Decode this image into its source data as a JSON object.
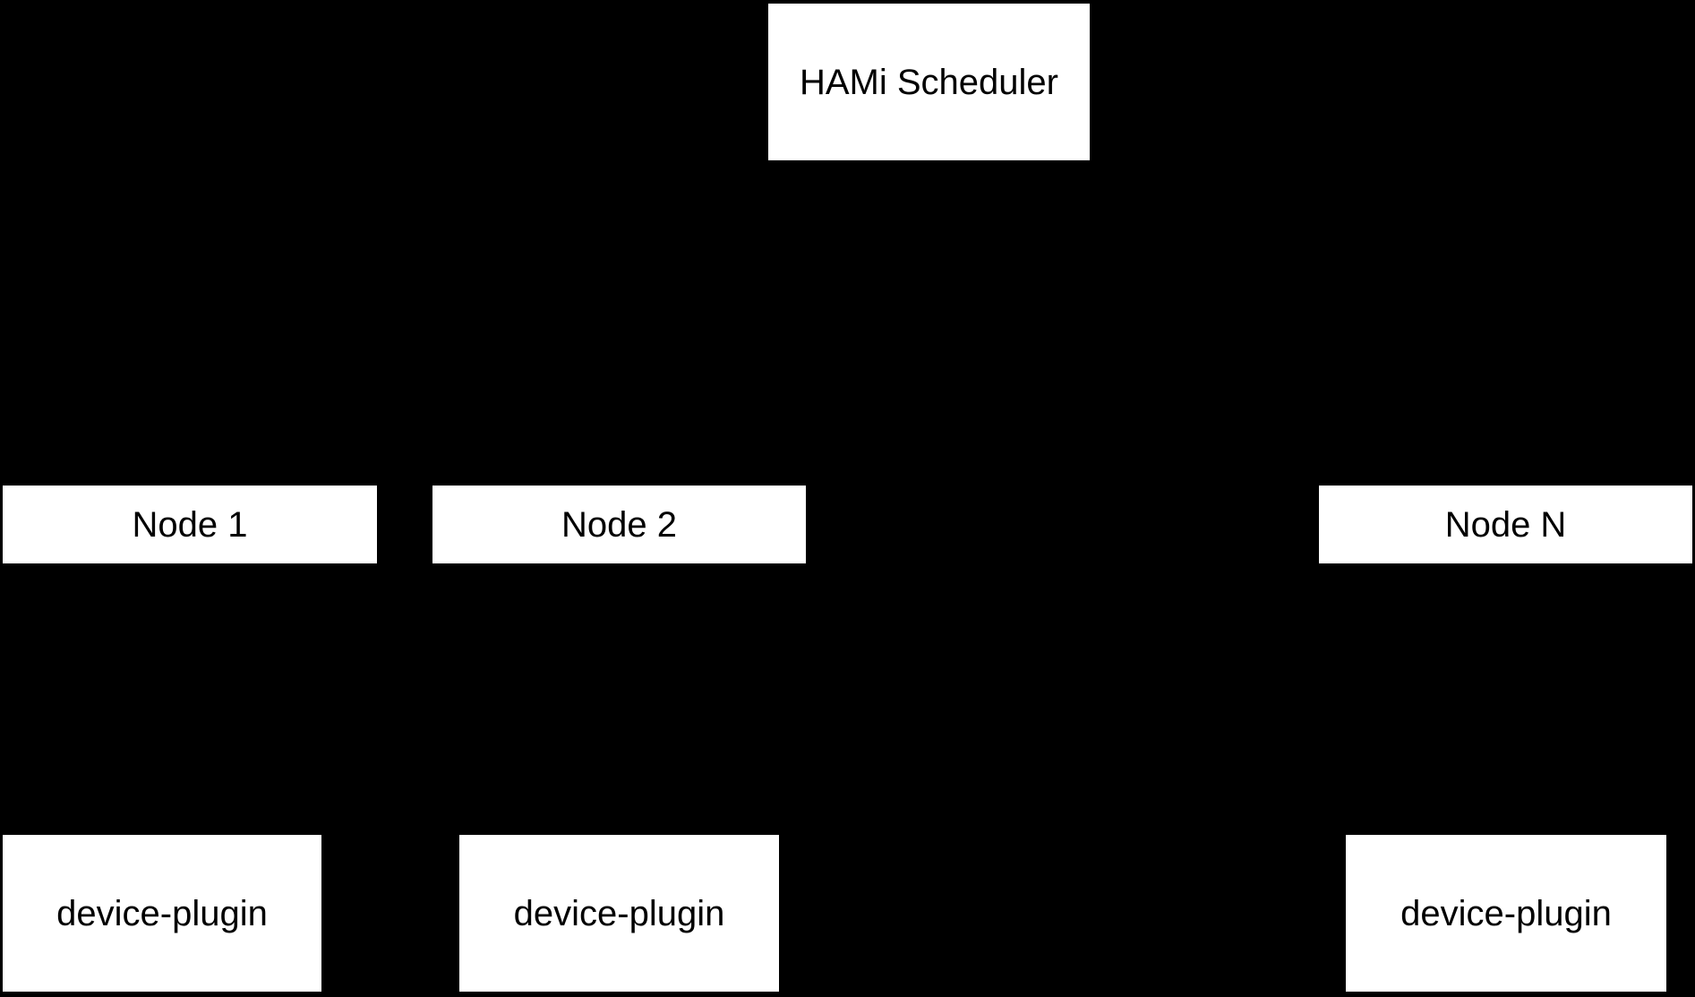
{
  "colors": {
    "background": "#000000",
    "box_fill": "#ffffff",
    "box_text": "#000000"
  },
  "boxes": {
    "scheduler": {
      "label": "HAMi Scheduler"
    },
    "node1": {
      "label": "Node 1"
    },
    "node2": {
      "label": "Node 2"
    },
    "nodeN": {
      "label": "Node N"
    },
    "plugin1": {
      "label": "device-plugin"
    },
    "plugin2": {
      "label": "device-plugin"
    },
    "pluginN": {
      "label": "device-plugin"
    }
  }
}
